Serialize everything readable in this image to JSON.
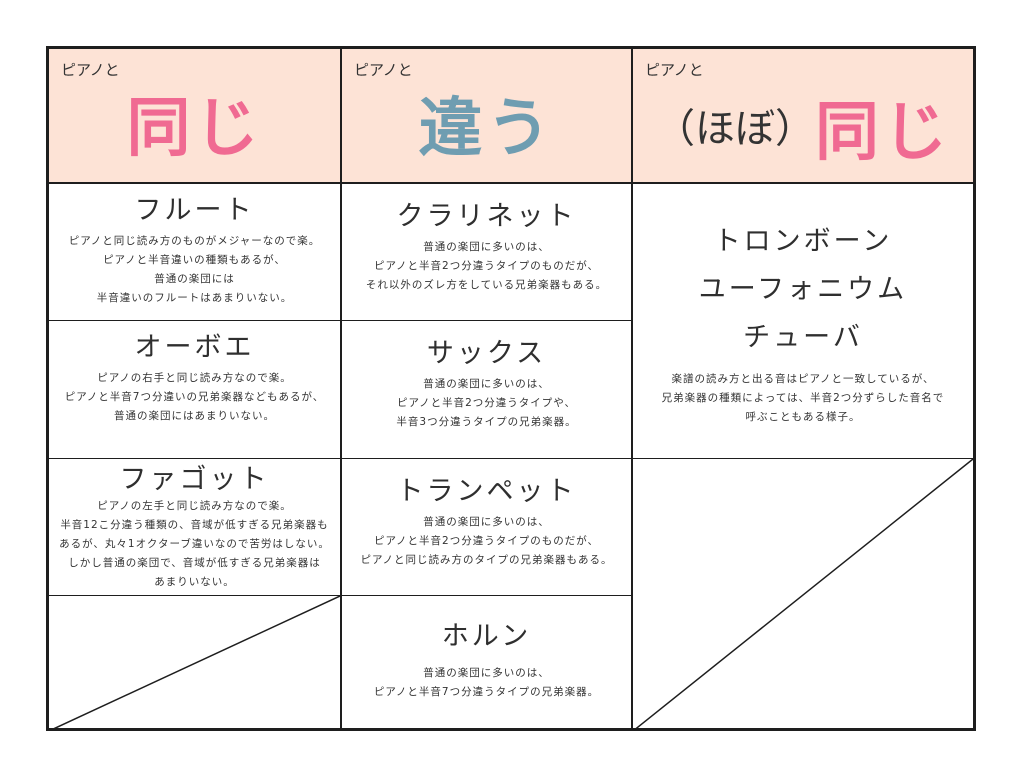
{
  "columns": [
    {
      "header_small": "ピアノと",
      "header_big": "同じ",
      "cells": [
        {
          "name": "フルート",
          "lines": [
            "ピアノと同じ読み方のものがメジャーなので楽。",
            "ピアノと半音違いの種類もあるが、",
            "普通の楽団には",
            "半音違いのフルートはあまりいない。"
          ]
        },
        {
          "name": "オーボエ",
          "lines": [
            "ピアノの右手と同じ読み方なので楽。",
            "ピアノと半音7つ分違いの兄弟楽器などもあるが、",
            "普通の楽団にはあまりいない。"
          ]
        },
        {
          "name": "ファゴット",
          "lines": [
            "ピアノの左手と同じ読み方なので楽。",
            "半音12こ分違う種類の、音域が低すぎる兄弟楽器も",
            "あるが、丸々1オクターブ違いなので苦労はしない。",
            "しかし普通の楽団で、音域が低すぎる兄弟楽器は",
            "あまりいない。"
          ]
        }
      ]
    },
    {
      "header_small": "ピアノと",
      "header_big": "違う",
      "cells": [
        {
          "name": "クラリネット",
          "lines": [
            "普通の楽団に多いのは、",
            "ピアノと半音2つ分違うタイプのものだが、",
            "それ以外のズレ方をしている兄弟楽器もある。"
          ]
        },
        {
          "name": "サックス",
          "lines": [
            "普通の楽団に多いのは、",
            "ピアノと半音2つ分違うタイプや、",
            "半音3つ分違うタイプの兄弟楽器。"
          ]
        },
        {
          "name": "トランペット",
          "lines": [
            "普通の楽団に多いのは、",
            "ピアノと半音2つ分違うタイプのものだが、",
            "ピアノと同じ読み方のタイプの兄弟楽器もある。"
          ]
        },
        {
          "name": "ホルン",
          "lines": [
            "普通の楽団に多いのは、",
            "ピアノと半音7つ分違うタイプの兄弟楽器。"
          ]
        }
      ]
    },
    {
      "header_small": "ピアノと",
      "header_paren": "（ほぼ）",
      "header_big": "同じ",
      "names": [
        "トロンボーン",
        "ユーフォニウム",
        "チューバ"
      ],
      "lines": [
        "楽譜の読み方と出る音はピアノと一致しているが、",
        "兄弟楽器の種類によっては、半音2つ分ずらした音名で",
        "呼ぶこともある様子。"
      ]
    }
  ],
  "colors": {
    "header_bg": "#fde3d6",
    "pink": "#f06a92",
    "teal": "#6f9db1",
    "border": "#1e1e1e"
  }
}
